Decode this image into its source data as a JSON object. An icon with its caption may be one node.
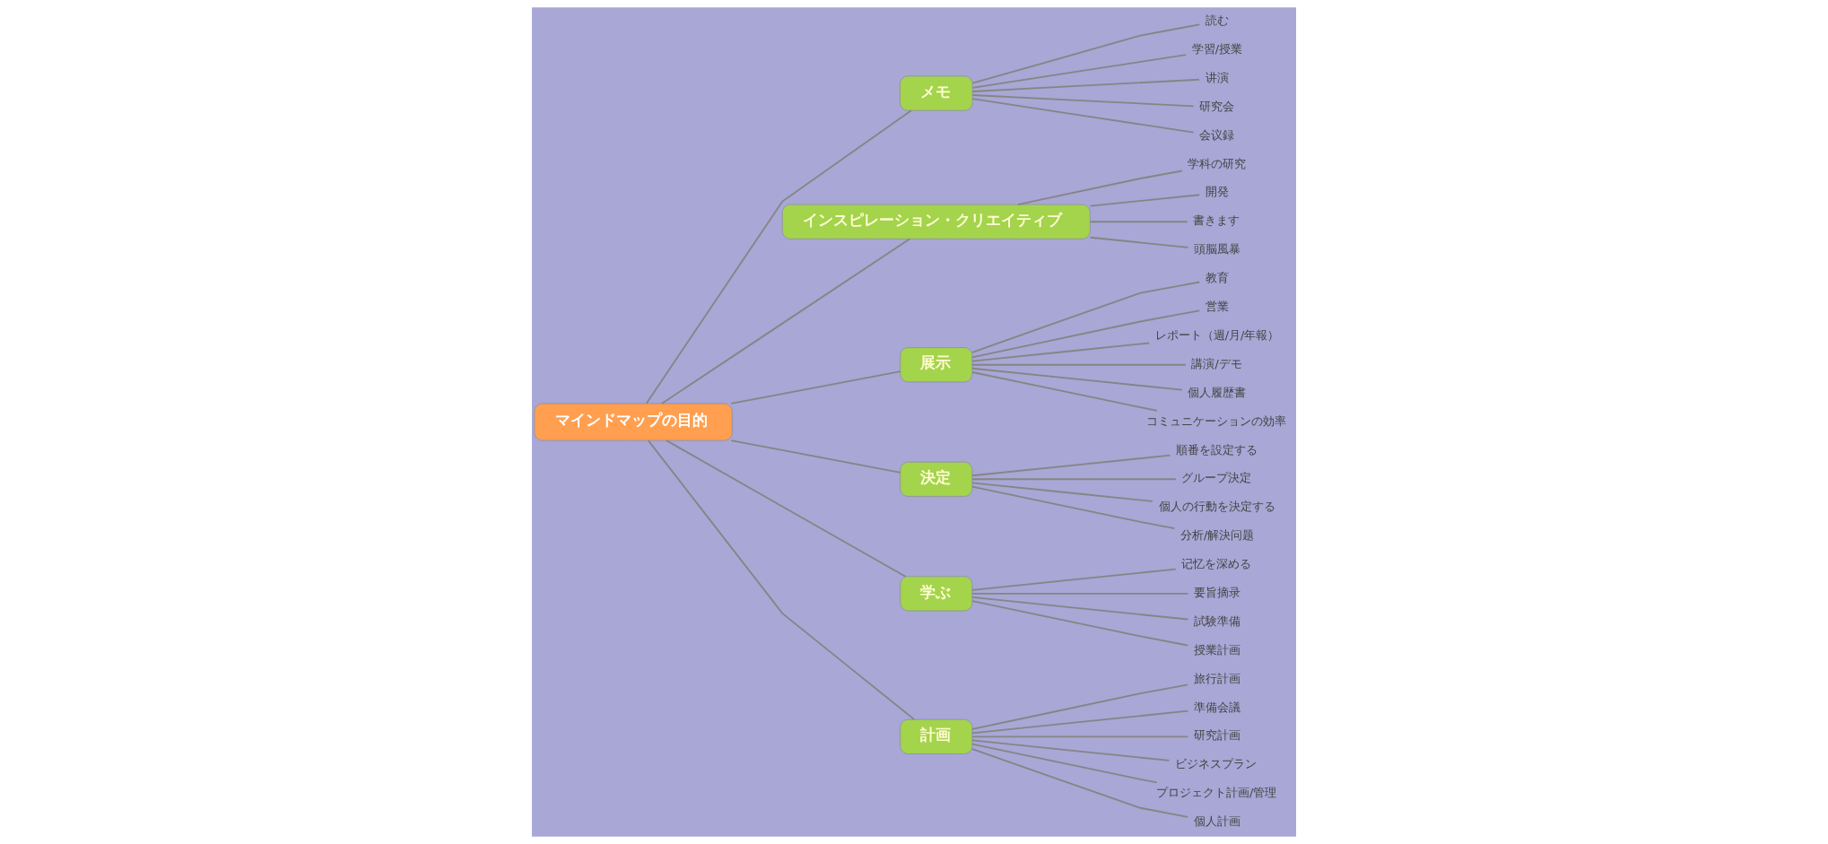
{
  "diagram": {
    "nodes": [
      {
        "text": [
          "マインドマップの目的"
        ]
      },
      {
        "text": [
          "メモ"
        ]
      },
      {
        "text": [
          "読む"
        ]
      },
      {
        "text": [
          "学習/授業"
        ]
      },
      {
        "text": [
          "讲演"
        ]
      },
      {
        "text": [
          "研究会"
        ]
      },
      {
        "text": [
          "会议録"
        ]
      },
      {
        "text": [
          "インスピレーション・クリエイティブ"
        ]
      },
      {
        "text": [
          "学科の研究"
        ]
      },
      {
        "text": [
          "開発"
        ]
      },
      {
        "text": [
          "書きます"
        ]
      },
      {
        "text": [
          "頭脳風暴"
        ]
      },
      {
        "text": [
          "展示"
        ]
      },
      {
        "text": [
          "教育"
        ]
      },
      {
        "text": [
          "営業"
        ]
      },
      {
        "text": [
          "レポート（週/月/年報）"
        ]
      },
      {
        "text": [
          "講演/デモ"
        ]
      },
      {
        "text": [
          "個人履歴書"
        ]
      },
      {
        "text": [
          "コミュニケーションの効率"
        ]
      },
      {
        "text": [
          "決定"
        ]
      },
      {
        "text": [
          "順番を設定する"
        ]
      },
      {
        "text": [
          "グループ決定"
        ]
      },
      {
        "text": [
          "個人の行動を決定する"
        ]
      },
      {
        "text": [
          "分析/解決问题"
        ]
      },
      {
        "text": [
          "学ぶ"
        ]
      },
      {
        "text": [
          "记忆を深める"
        ]
      },
      {
        "text": [
          "要旨摘录"
        ]
      },
      {
        "text": [
          "試験準備"
        ]
      },
      {
        "text": [
          "授業計画"
        ]
      },
      {
        "text": [
          "計画"
        ]
      },
      {
        "text": [
          "旅行計画"
        ]
      },
      {
        "text": [
          "準備会議"
        ]
      },
      {
        "text": [
          "研究計画"
        ]
      },
      {
        "text": [
          "ビジネスプラン"
        ]
      },
      {
        "text": [
          "プロジェクト計画/管理"
        ]
      },
      {
        "text": [
          "個人計画"
        ]
      }
    ],
    "edges": [
      {
        "from": 0,
        "to": 1,
        "arrow": "none"
      },
      {
        "from": 1,
        "to": 2,
        "arrow": "none"
      },
      {
        "from": 1,
        "to": 3,
        "arrow": "none"
      },
      {
        "from": 1,
        "to": 4,
        "arrow": "none"
      },
      {
        "from": 1,
        "to": 5,
        "arrow": "none"
      },
      {
        "from": 1,
        "to": 6,
        "arrow": "none"
      },
      {
        "from": 0,
        "to": 7,
        "arrow": "none"
      },
      {
        "from": 7,
        "to": 8,
        "arrow": "none"
      },
      {
        "from": 7,
        "to": 9,
        "arrow": "none"
      },
      {
        "from": 7,
        "to": 10,
        "arrow": "none"
      },
      {
        "from": 7,
        "to": 11,
        "arrow": "none"
      },
      {
        "from": 0,
        "to": 12,
        "arrow": "none"
      },
      {
        "from": 12,
        "to": 13,
        "arrow": "none"
      },
      {
        "from": 12,
        "to": 14,
        "arrow": "none"
      },
      {
        "from": 12,
        "to": 15,
        "arrow": "none"
      },
      {
        "from": 12,
        "to": 16,
        "arrow": "none"
      },
      {
        "from": 12,
        "to": 17,
        "arrow": "none"
      },
      {
        "from": 12,
        "to": 18,
        "arrow": "none"
      },
      {
        "from": 0,
        "to": 19,
        "arrow": "none"
      },
      {
        "from": 19,
        "to": 20,
        "arrow": "none"
      },
      {
        "from": 19,
        "to": 21,
        "arrow": "none"
      },
      {
        "from": 19,
        "to": 22,
        "arrow": "none"
      },
      {
        "from": 19,
        "to": 23,
        "arrow": "none"
      },
      {
        "from": 0,
        "to": 24,
        "arrow": "none"
      },
      {
        "from": 24,
        "to": 25,
        "arrow": "none"
      },
      {
        "from": 24,
        "to": 26,
        "arrow": "none"
      },
      {
        "from": 24,
        "to": 27,
        "arrow": "none"
      },
      {
        "from": 24,
        "to": 28,
        "arrow": "none"
      },
      {
        "from": 0,
        "to": 29,
        "arrow": "none"
      },
      {
        "from": 29,
        "to": 30,
        "arrow": "none"
      },
      {
        "from": 29,
        "to": 31,
        "arrow": "none"
      },
      {
        "from": 29,
        "to": 32,
        "arrow": "none"
      },
      {
        "from": 29,
        "to": 33,
        "arrow": "none"
      },
      {
        "from": 29,
        "to": 34,
        "arrow": "none"
      },
      {
        "from": 29,
        "to": 35,
        "arrow": "none"
      }
    ]
  }
}
